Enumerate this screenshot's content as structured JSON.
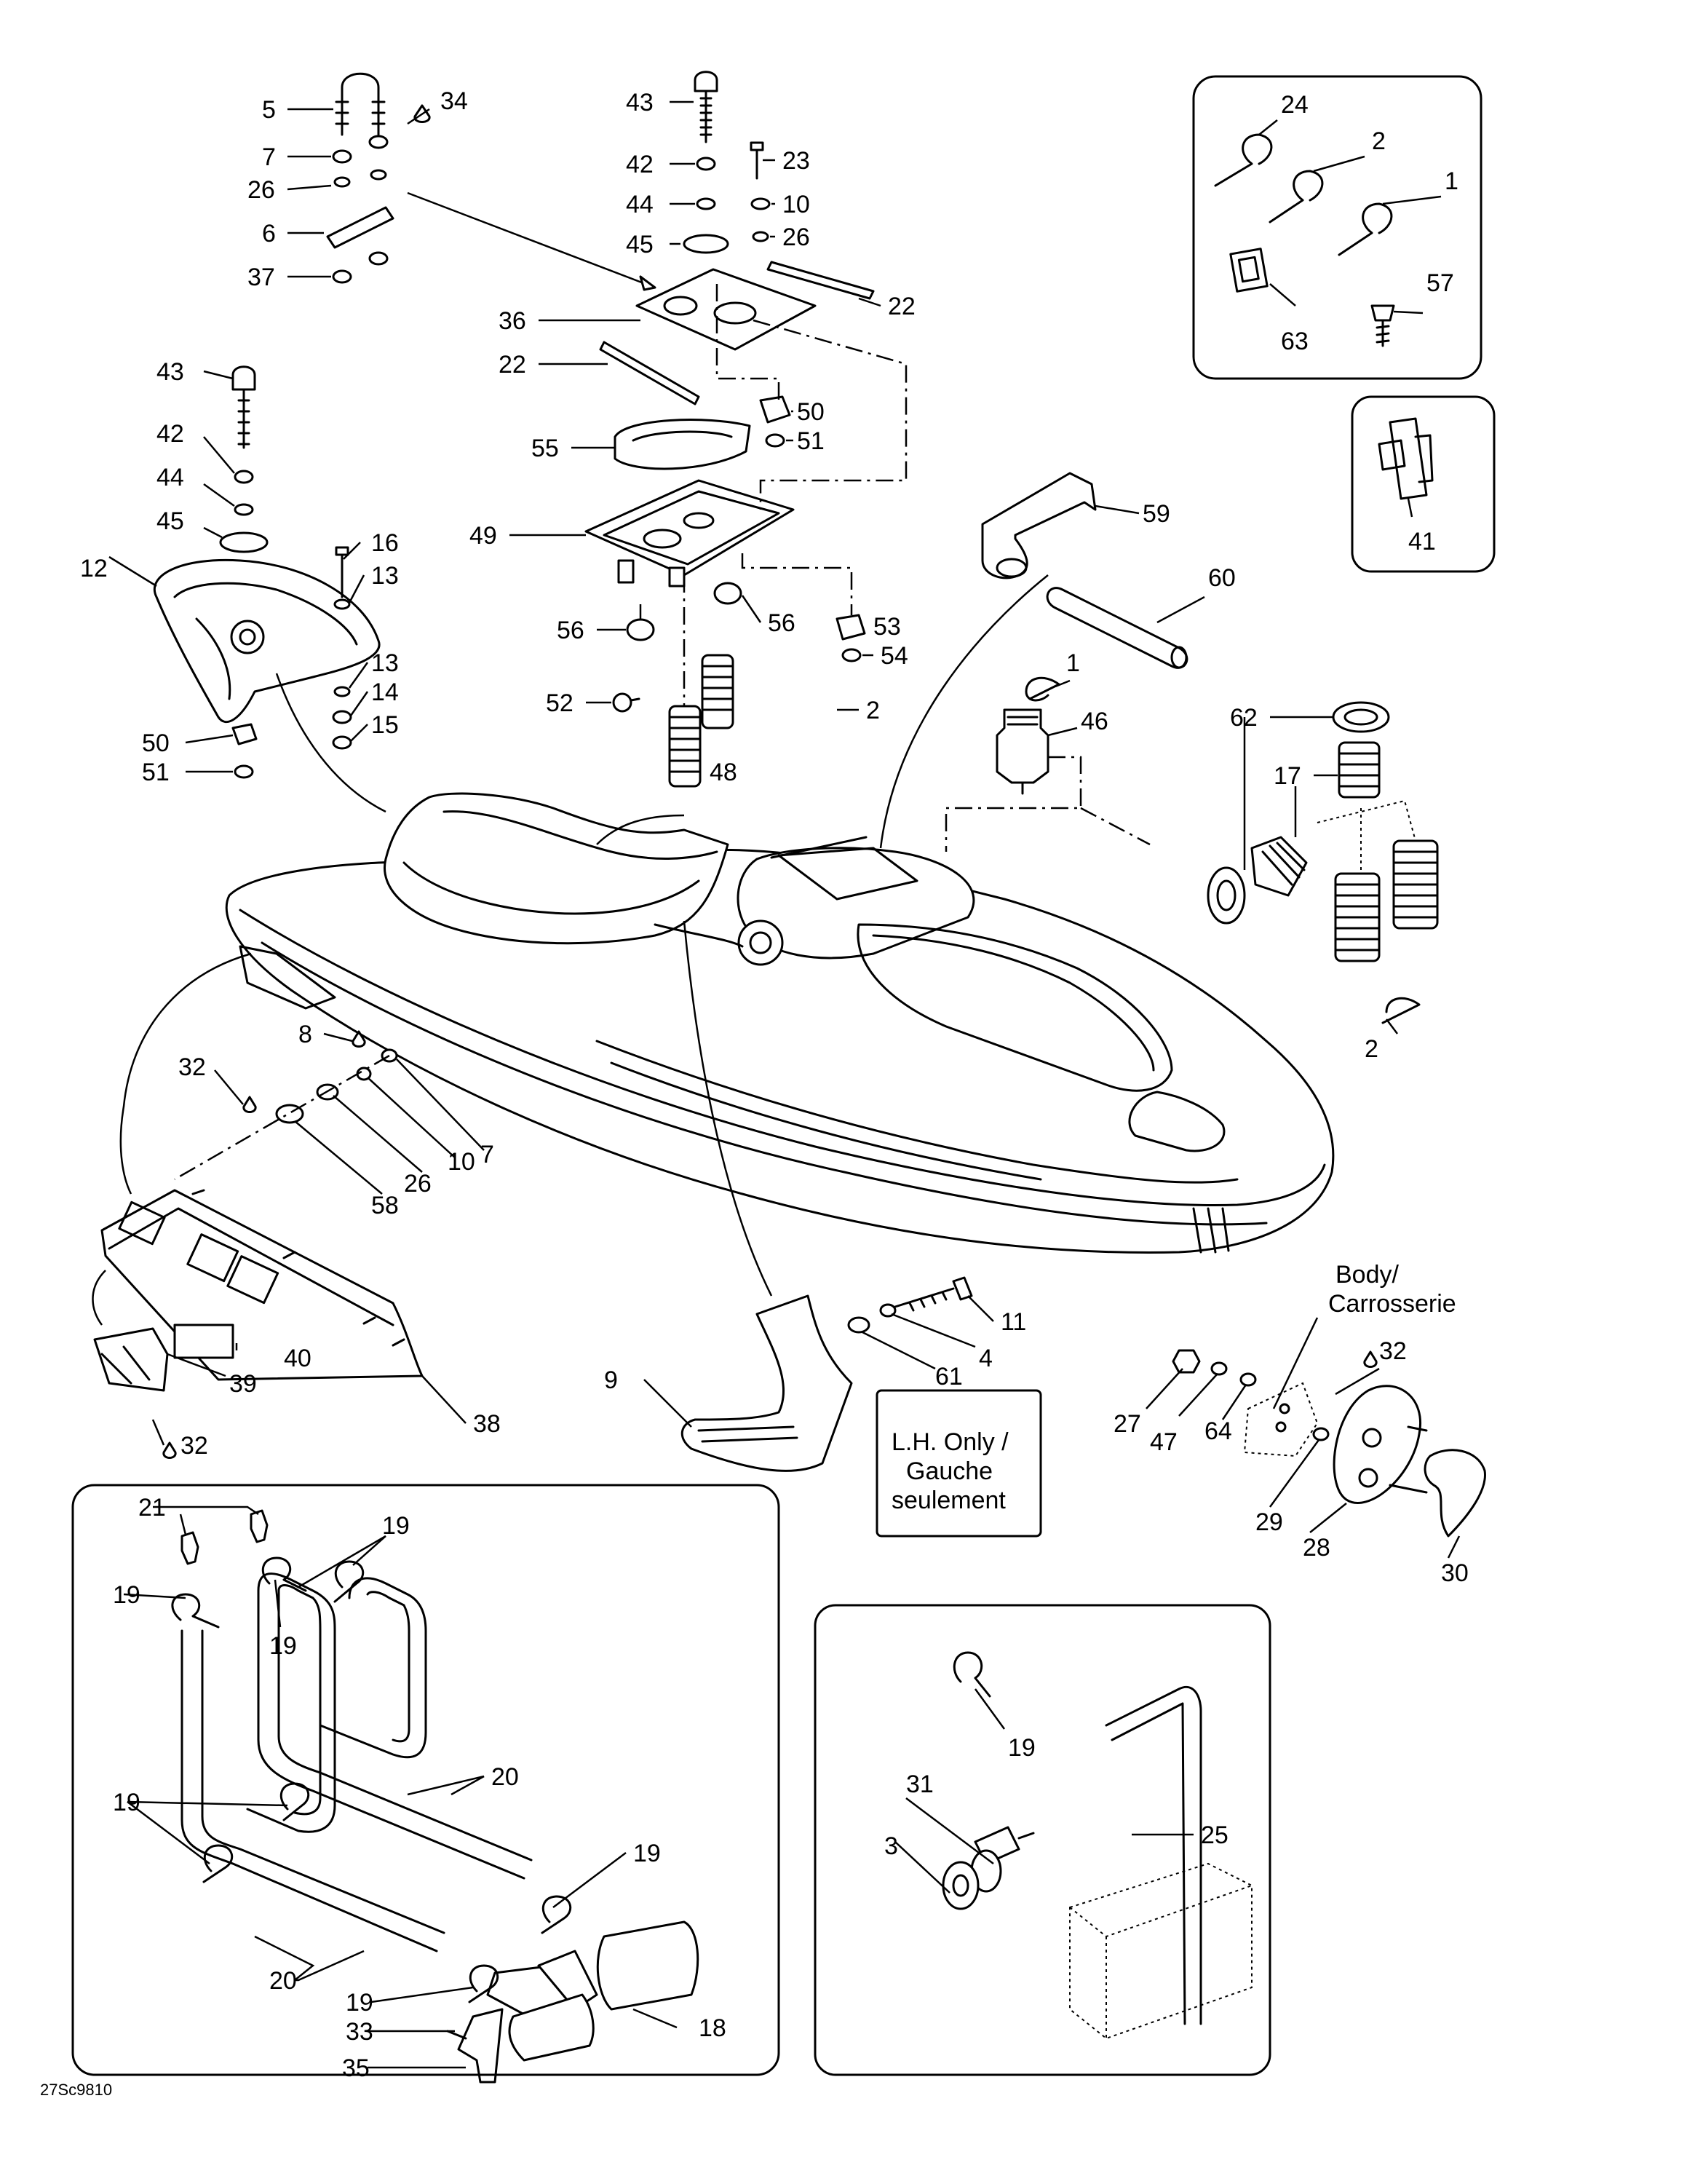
{
  "labels": {
    "l5": "5",
    "l34": "34",
    "l7a": "7",
    "l26a": "26",
    "l6": "6",
    "l37": "37",
    "l43a": "43",
    "l42a": "42",
    "l44a": "44",
    "l45a": "45",
    "l23": "23",
    "l10a": "10",
    "l26b": "26",
    "l36": "36",
    "l22a": "22",
    "l22b": "22",
    "l55": "55",
    "l50a": "50",
    "l51a": "51",
    "l49": "49",
    "l56a": "56",
    "l56b": "56",
    "l53": "53",
    "l54": "54",
    "l52": "52",
    "l2a": "2",
    "l48": "48",
    "l24": "24",
    "l2b": "2",
    "l1a": "1",
    "l63": "63",
    "l57": "57",
    "l41": "41",
    "l59": "59",
    "l60": "60",
    "l1b": "1",
    "l46": "46",
    "l62": "62",
    "l17": "17",
    "l2c": "2",
    "l43b": "43",
    "l42b": "42",
    "l44b": "44",
    "l45b": "45",
    "l16": "16",
    "l13a": "13",
    "l12": "12",
    "l13b": "13",
    "l14": "14",
    "l15": "15",
    "l50b": "50",
    "l51b": "51",
    "l8": "8",
    "l32a": "32",
    "l7b": "7",
    "l10b": "10",
    "l26c": "26",
    "l58": "58",
    "l39": "39",
    "l40": "40",
    "l32b": "32",
    "l38": "38",
    "l11": "11",
    "l4": "4",
    "l9": "9",
    "l61": "61",
    "l27": "27",
    "l47": "47",
    "l64": "64",
    "l32c": "32",
    "l29": "29",
    "l28": "28",
    "l30": "30",
    "l21": "21",
    "l19a": "19",
    "l19b": "19",
    "l19c": "19",
    "l19d": "19",
    "l19e": "19",
    "l19f": "19",
    "l20a": "20",
    "l20b": "20",
    "l33": "33",
    "l35": "35",
    "l18": "18",
    "l19g": "19",
    "l31": "31",
    "l3": "3",
    "l25": "25"
  },
  "notes": {
    "body_line1": "Body/",
    "body_line2": "Carrosserie",
    "lh_line1": "L.H. Only /",
    "lh_line2": "Gauche",
    "lh_line3": "seulement"
  },
  "reference_code": "27Sc9810"
}
